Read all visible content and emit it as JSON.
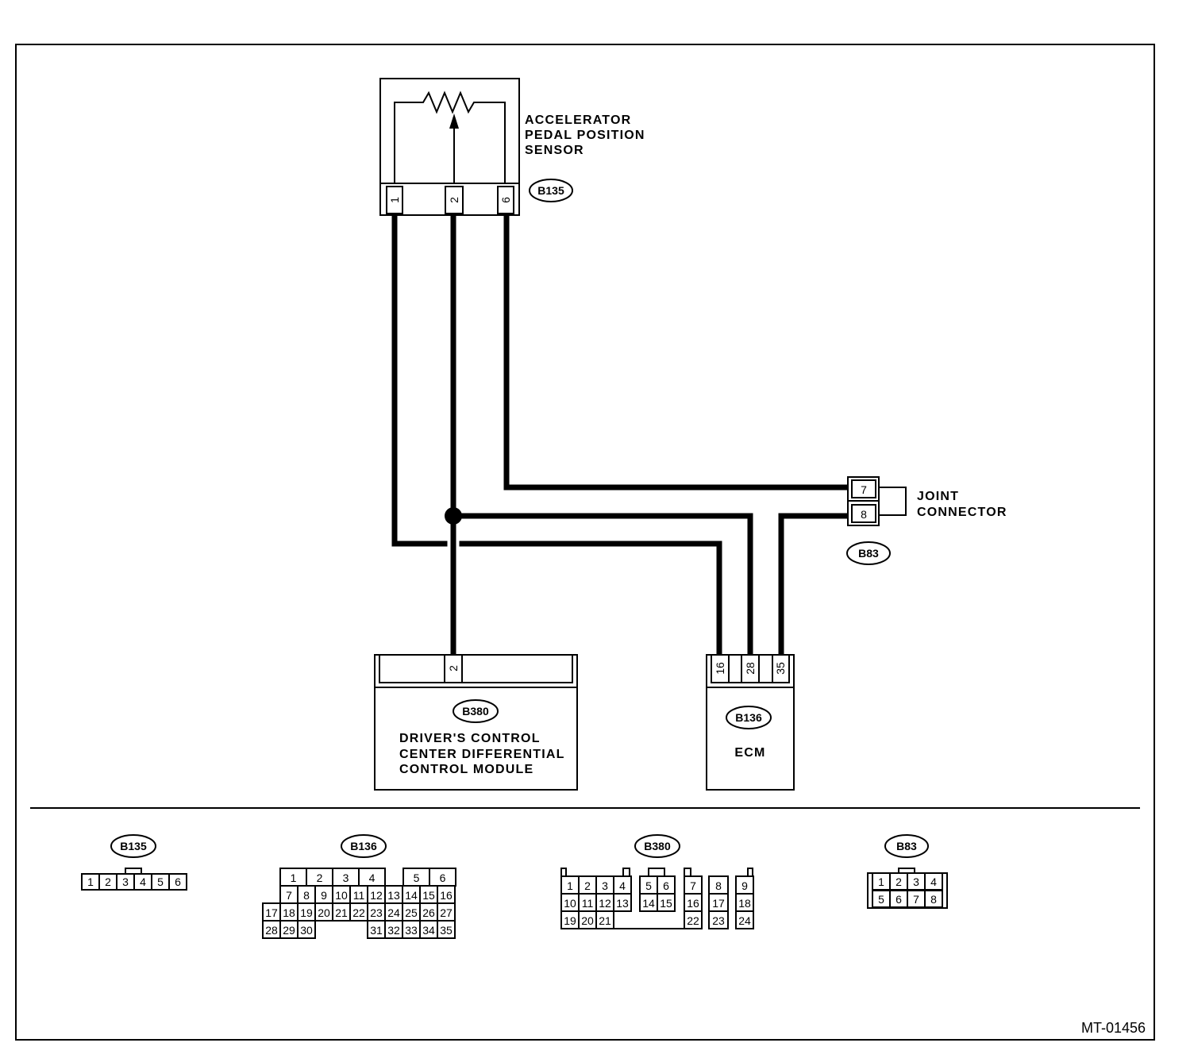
{
  "sensor": {
    "name_lines": [
      "ACCELERATOR",
      "PEDAL POSITION",
      "SENSOR"
    ],
    "connector": "B135",
    "pins": [
      "1",
      "2",
      "6"
    ]
  },
  "joint": {
    "name_lines": [
      "JOINT",
      "CONNECTOR"
    ],
    "connector": "B83",
    "pins": [
      "7",
      "8"
    ]
  },
  "dccd": {
    "connector": "B380",
    "pin": "2",
    "name_lines": [
      "DRIVER'S CONTROL",
      "CENTER DIFFERENTIAL",
      "CONTROL MODULE"
    ]
  },
  "ecm": {
    "connector": "B136",
    "pins": [
      "16",
      "28",
      "35"
    ],
    "name": "ECM"
  },
  "views": {
    "b135": {
      "label": "B135",
      "pins": [
        "1",
        "2",
        "3",
        "4",
        "5",
        "6"
      ]
    },
    "b136": {
      "label": "B136",
      "row1": [
        "1",
        "2",
        "3",
        "4",
        "5",
        "6"
      ],
      "row2": [
        "7",
        "8",
        "9",
        "10",
        "11",
        "12",
        "13",
        "14",
        "15",
        "16"
      ],
      "row3": [
        "17",
        "18",
        "19",
        "20",
        "21",
        "22",
        "23",
        "24",
        "25",
        "26",
        "27"
      ],
      "row4": [
        "28",
        "29",
        "30",
        "31",
        "32",
        "33",
        "34",
        "35"
      ]
    },
    "b380": {
      "label": "B380",
      "row1": [
        "1",
        "2",
        "3",
        "4",
        "5",
        "6",
        "7",
        "8",
        "9"
      ],
      "row2": [
        "10",
        "11",
        "12",
        "13",
        "14",
        "15",
        "16",
        "17",
        "18"
      ],
      "row3": [
        "19",
        "20",
        "21",
        "22",
        "23",
        "24"
      ]
    },
    "b83": {
      "label": "B83",
      "row1": [
        "1",
        "2",
        "3",
        "4"
      ],
      "row2": [
        "5",
        "6",
        "7",
        "8"
      ]
    }
  },
  "figure_ref": "MT-01456"
}
